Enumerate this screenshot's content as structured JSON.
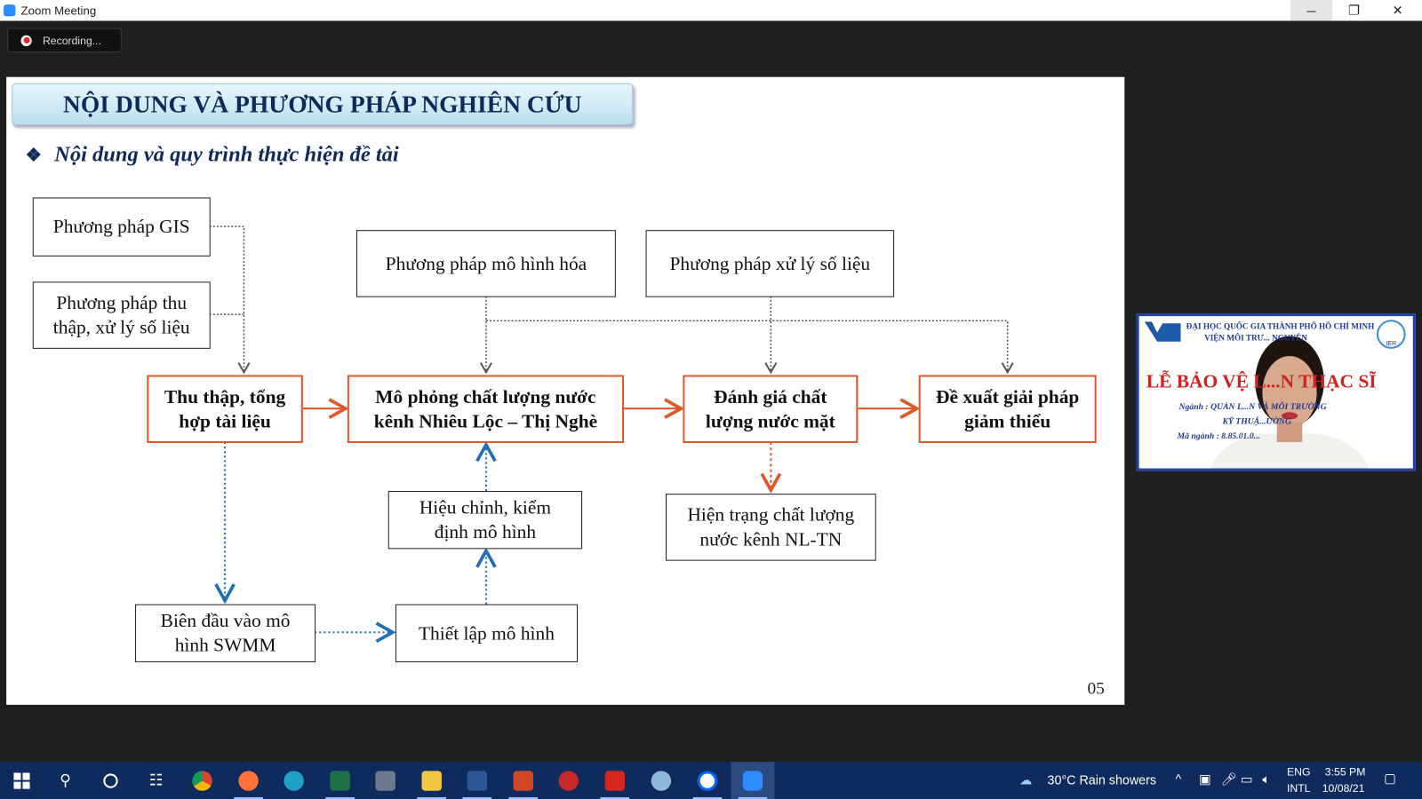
{
  "window": {
    "title": "Zoom Meeting",
    "minimize": "─",
    "restore": "❐",
    "close": "✕"
  },
  "recording": {
    "label": "Recording..."
  },
  "slide": {
    "title": "NỘI DUNG VÀ PHƯƠNG PHÁP NGHIÊN CỨU",
    "bullet": "❖",
    "subtitle": "Nội dung và quy trình thực hiện đề tài",
    "boxes": {
      "gis": "Phương pháp GIS",
      "collect": "Phương pháp thu thập, xử lý số liệu",
      "modeling": "Phương pháp mô hình hóa",
      "data_processing": "Phương pháp xử lý số liệu",
      "gather_docs": "Thu thập, tổng hợp tài liệu",
      "simulate": "Mô phỏng chất lượng nước kênh Nhiêu Lộc – Thị Nghè",
      "assess": "Đánh giá chất lượng nước mặt",
      "propose": "Đề xuất giải pháp giảm thiểu",
      "calibrate": "Hiệu chỉnh, kiểm định mô hình",
      "status": "Hiện trạng chất lượng nước kênh NL-TN",
      "boundary": "Biên đầu vào mô hình SWMM",
      "setup": "Thiết lập mô hình"
    },
    "page_number": "05"
  },
  "video": {
    "line1": "ĐẠI HỌC QUỐC GIA THÀNH PHỐ HỒ CHÍ MINH",
    "line2": "VIỆN MÔI TRƯ...  NGUYÊN",
    "line3": "LỄ BẢO VỆ L...N THẠC SĨ",
    "line4": "Ngành   : QUẢN L...N VÀ MÔI TRƯỜNG",
    "line4b": "KỸ THUẬ...ƯỜNG",
    "line5": "Mã ngành : 8.85.01.0...",
    "logo_text": "IER"
  },
  "taskbar": {
    "weather": "30°C  Rain showers",
    "lang1": "ENG",
    "lang2": "INTL",
    "time": "3:55 PM",
    "date": "10/08/21",
    "colors": {
      "chrome": "#e8b400",
      "firefox": "#ff7139",
      "edge": "#1fa0c8",
      "excel": "#1d7145",
      "calc": "#6b7b8c",
      "explorer": "#f4c542",
      "word": "#2b5797",
      "ppt": "#d24726",
      "acrobat": "#d7261e",
      "zalo": "#0068ff",
      "zoom": "#2d8cff"
    }
  }
}
